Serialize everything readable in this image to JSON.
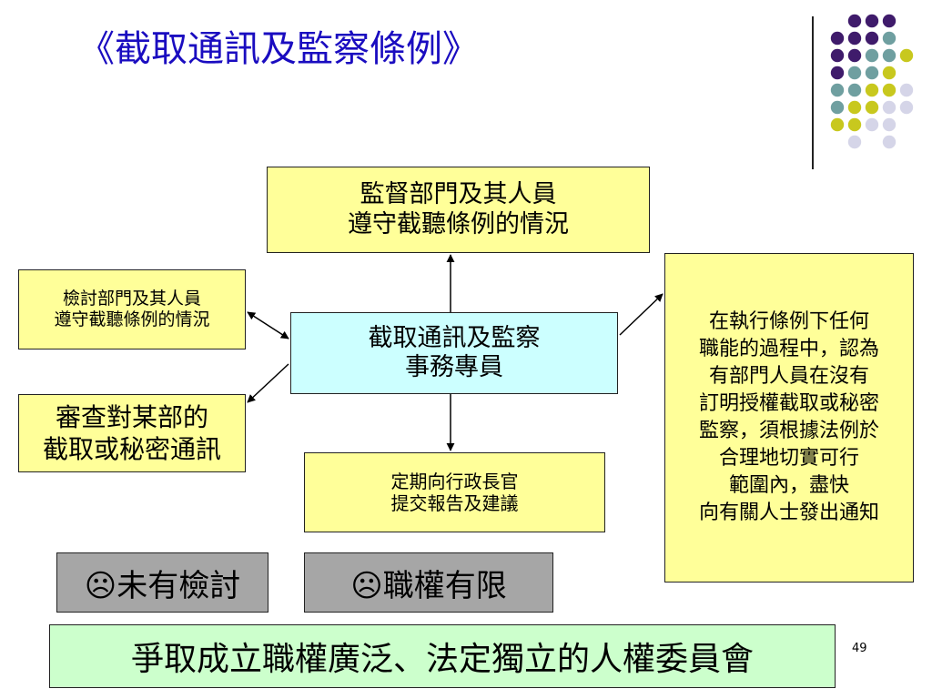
{
  "slide": {
    "title": "《截取通訊及監察條例》",
    "page_number": "49"
  },
  "boxes": {
    "top": {
      "lines": [
        "監督部門及其人員",
        "遵守截聽條例的情況"
      ]
    },
    "left1": {
      "lines": [
        "檢討部門及其人員",
        "遵守截聽條例的情況"
      ]
    },
    "left2": {
      "lines": [
        "審查對某部的",
        "截取或秘密通訊"
      ]
    },
    "center": {
      "lines": [
        "截取通訊及監察",
        "事務專員"
      ]
    },
    "bottom": {
      "lines": [
        "定期向行政長官",
        "提交報告及建議"
      ]
    },
    "right": {
      "lines": [
        "在執行條例下任何",
        "職能的過程中，認為",
        "有部門人員在沒有",
        "訂明授權截取或秘密",
        "監察，須根據法例於",
        "合理地切實可行",
        "範圍內，盡快",
        "向有關人士發出通知"
      ]
    }
  },
  "labels": {
    "gray1": "☹未有檢討",
    "gray2": "☹職權有限",
    "green": "爭取成立職權廣泛、法定獨立的人權委員會"
  },
  "colors": {
    "title": "#1a0cc0",
    "box_yellow": "#ffff99",
    "box_cyan": "#ccffff",
    "box_gray": "#a6a6a6",
    "box_green": "#ccffcc",
    "dot_purple": "#3f1b6b",
    "dot_teal": "#6f9fa0",
    "dot_olive": "#c8c81e",
    "dot_lavender": "#d5d5e8"
  }
}
